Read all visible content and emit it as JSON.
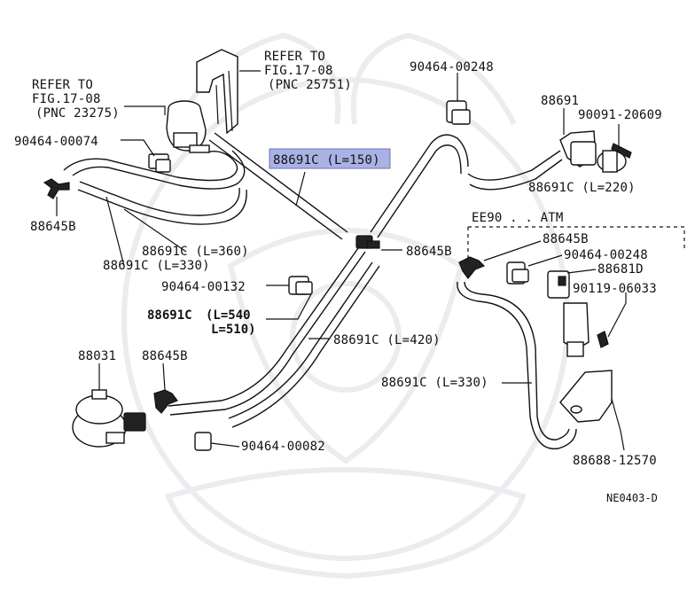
{
  "labels": {
    "refer_a_line1": "REFER TO",
    "refer_a_line2": "FIG.17-08",
    "refer_a_line3": "(PNC 23275)",
    "refer_b_line1": "REFER TO",
    "refer_b_line2": "FIG.17-08",
    "refer_b_line3": "(PNC 25751)",
    "clamp_top": "90464-00248",
    "vsv_top": "88691",
    "screw_top": "90091-20609",
    "clamp_left": "90464-00074",
    "hose_150": "88691C (L=150)",
    "hose_220": "88691C (L=220)",
    "fitting_left": "88645B",
    "ee90_atm": "EE90 . . ATM",
    "hose_360": "88691C (L=360)",
    "fitting_center": "88645B",
    "fitting_right": "88645B",
    "hose_330_a": "88691C (L=330)",
    "clamp_right": "90464-00248",
    "valve_right": "88681D",
    "clamp_mid": "90464-00132",
    "screw_right": "90119-06033",
    "hose_540_prefix": "88691C",
    "hose_540": "(L=540",
    "hose_510": "L=510)",
    "hose_420": "88691C (L=420)",
    "part_88031": "88031",
    "fitting_bottom": "88645B",
    "hose_330_b": "88691C (L=330)",
    "bracket": "88688-12570",
    "clamp_bottom": "90464-00082",
    "figure_code": "NE0403-D"
  }
}
